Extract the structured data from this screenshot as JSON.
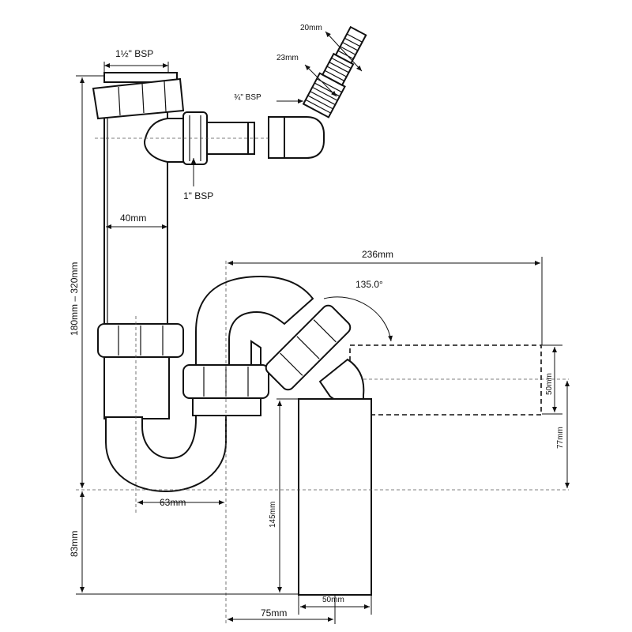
{
  "labels": {
    "top_thread": "1½\" BSP",
    "side_thread": "1\" BSP",
    "hose_thread": "¾\" BSP",
    "hose_tip": "20mm",
    "hose_mid": "23mm",
    "pipe_dia": "40mm",
    "height_range": "180mm – 320mm",
    "width_total": "236mm",
    "angle": "135.0°",
    "outlet_dia": "50mm",
    "outlet_drop": "77mm",
    "trap_offset": "63mm",
    "base_height": "83mm",
    "tail_height": "145mm",
    "tail_offset": "75mm",
    "tail_dia": "50mm"
  }
}
